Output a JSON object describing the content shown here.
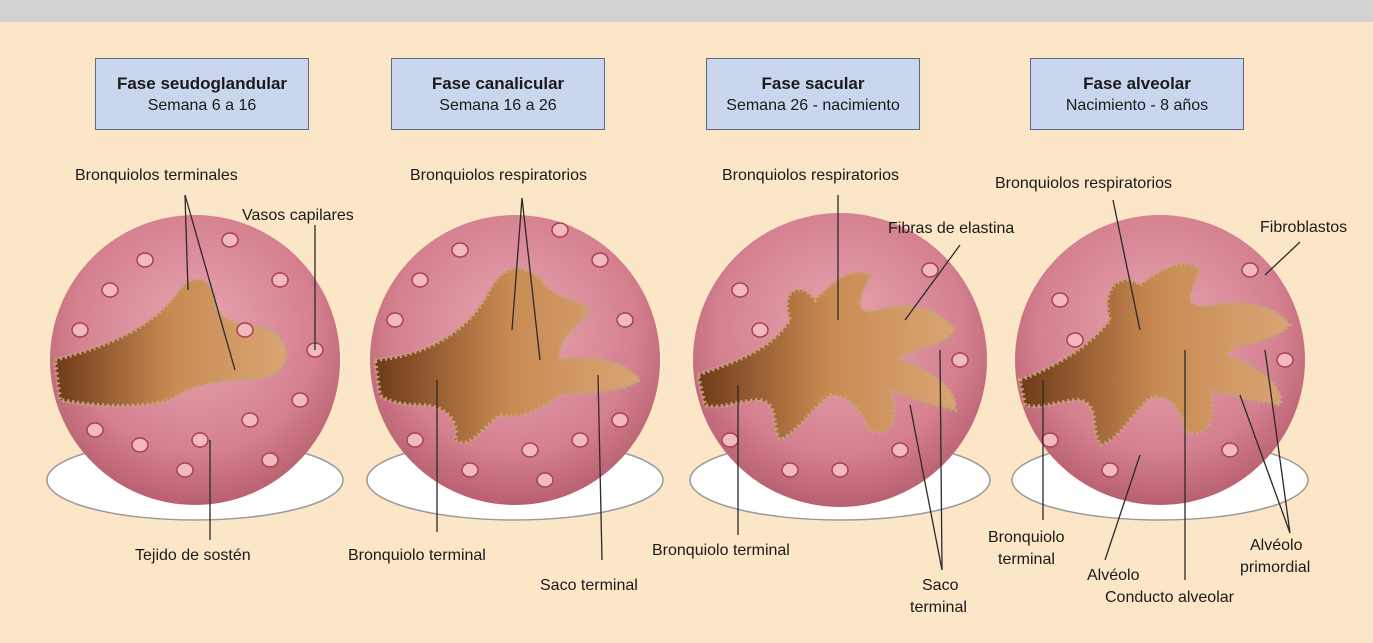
{
  "phases": [
    {
      "title": "Fase seudoglandular",
      "subtitle": "Semana 6 a 16"
    },
    {
      "title": "Fase canalicular",
      "subtitle": "Semana 16 a 26"
    },
    {
      "title": "Fase sacular",
      "subtitle": "Semana 26 - nacimiento"
    },
    {
      "title": "Fase alveolar",
      "subtitle": "Nacimiento - 8 años"
    }
  ],
  "labels": {
    "p1_bronquiolos_terminales": "Bronquiolos terminales",
    "p1_vasos_capilares": "Vasos capilares",
    "p1_tejido_sosten": "Tejido de sostén",
    "p2_bronquiolos_respiratorios": "Bronquiolos respiratorios",
    "p2_bronquiolo_terminal": "Bronquiolo terminal",
    "p2_saco_terminal": "Saco terminal",
    "p3_bronquiolos_respiratorios": "Bronquiolos respiratorios",
    "p3_fibras_elastina": "Fibras de elastina",
    "p3_bronquiolo_terminal": "Bronquiolo terminal",
    "p3_saco": "Saco",
    "p3_terminal": "terminal",
    "p4_bronquiolos_respiratorios": "Bronquiolos respiratorios",
    "p4_fibroblastos": "Fibroblastos",
    "p4_bronquiolo": "Bronquiolo",
    "p4_terminal": "terminal",
    "p4_alveolo": "Alvéolo",
    "p4_alveolo_a": "Alvéolo",
    "p4_primordial": "primordial",
    "p4_conducto_alveolar": "Conducto alveolar"
  },
  "colors": {
    "background": "#fce6c8",
    "top_bar": "#d2d2d2",
    "phase_box": "#c9d6ee",
    "tissue": "#d98b9a",
    "lumen": "#b9773f"
  }
}
